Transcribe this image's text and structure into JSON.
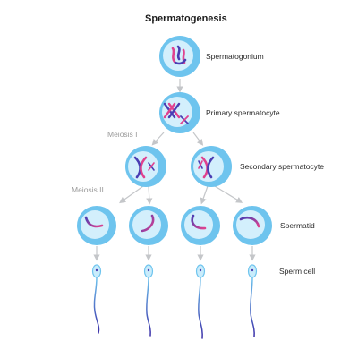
{
  "title": "Spermatogenesis",
  "labels": {
    "spermatogonium": "Spermatogonium",
    "primary": "Primary spermatocyte",
    "secondary": "Secondary spermatocyte",
    "spermatid": "Spermatid",
    "sperm": "Sperm cell"
  },
  "stages": {
    "meiosis1": "Meiosis I",
    "meiosis2": "Meiosis II"
  },
  "colors": {
    "cell_outer": "#6ec4ee",
    "cell_inner": "#d3effc",
    "arrow": "#c4c6c9",
    "chromosome_pink": "#e0428f",
    "chromosome_blue": "#4a3db3",
    "sperm_tail": "#3b2fa8",
    "sperm_head": "#c9ecfb"
  }
}
